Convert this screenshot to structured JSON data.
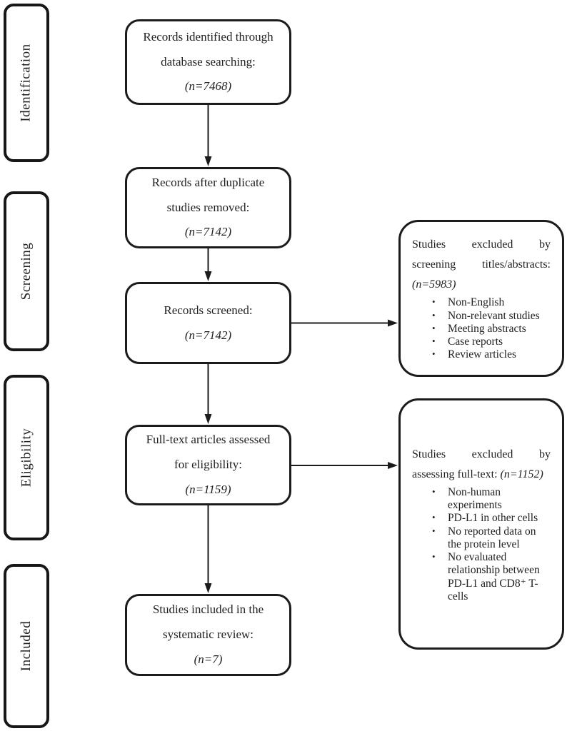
{
  "diagram": {
    "title": "PRISMA systematic review flow diagram",
    "colors": {
      "border": "#171717",
      "text": "#1f1f1f",
      "background": "#ffffff"
    },
    "stages": [
      {
        "label": "Identification"
      },
      {
        "label": "Screening"
      },
      {
        "label": "Eligibility"
      },
      {
        "label": "Included"
      }
    ],
    "nodes": [
      {
        "line1": "Records identified through",
        "line2": "database searching:",
        "count": "(n=7468)"
      },
      {
        "line1": "Records after duplicate",
        "line2": "studies removed:",
        "count": "(n=7142)"
      },
      {
        "line1": "Records screened:",
        "count": "(n=7142)"
      },
      {
        "line1": "Full-text articles assessed",
        "line2": "for eligibility:",
        "count": "(n=1159)"
      },
      {
        "line1": "Studies included in the",
        "line2": "systematic review:",
        "count": "(n=7)"
      }
    ],
    "exclusions": [
      {
        "heading_line1": "Studies excluded by",
        "heading_line2": "screening titles/abstracts:",
        "count": "(n=5983)",
        "bullets": [
          "Non-English",
          "Non-relevant studies",
          "Meeting abstracts",
          "Case reports",
          "Review articles"
        ]
      },
      {
        "heading_line1": "Studies excluded by",
        "heading_line2": "assessing full-text:",
        "count": "(n=1152)",
        "bullets": [
          "Non-human experiments",
          "PD-L1 in other cells",
          "No reported data on the protein level",
          "No evaluated relationship between PD-L1 and CD8⁺ T-cells"
        ]
      }
    ]
  }
}
